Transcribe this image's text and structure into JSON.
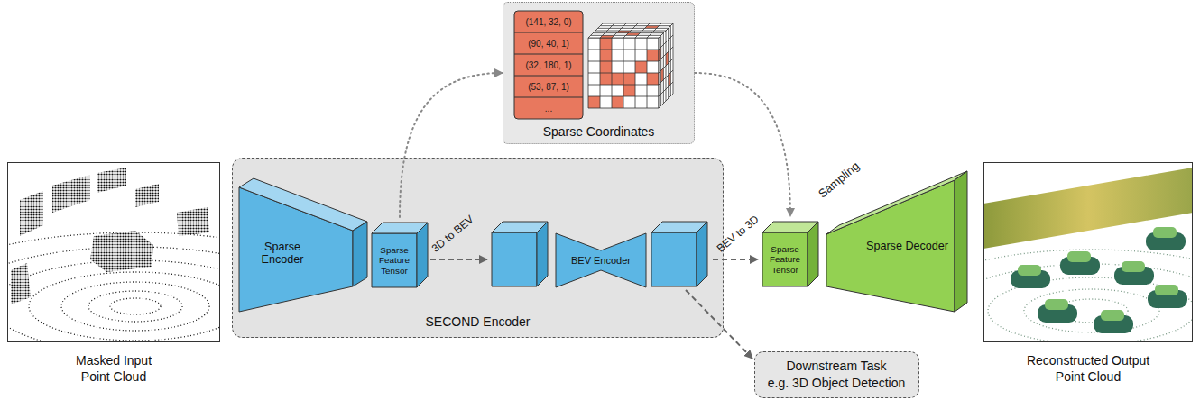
{
  "diagram": {
    "nodes": [
      {
        "text": [
          "Masked Input Point Cloud"
        ]
      },
      {
        "text": [
          "SECOND Encoder"
        ]
      },
      {
        "text": [
          "Sparse Encoder"
        ],
        "in": 1
      },
      {
        "text": [
          "Sparse Feature Tensor"
        ],
        "in": 1
      },
      {
        "text": [
          "BEV Encoder"
        ],
        "in": 1
      },
      {
        "text": [
          "Sparse Coordinates"
        ]
      },
      {
        "text": [
          "Sparse Feature Tensor"
        ]
      },
      {
        "text": [
          "Sparse Decoder"
        ]
      },
      {
        "text": [
          "Reconstructed Output Point Cloud"
        ]
      },
      {
        "text": [
          "Downstream Task",
          "e.g. 3D Object Detection"
        ]
      }
    ],
    "edges": [
      {
        "from": 3,
        "to": 5,
        "arrow": "to"
      },
      {
        "from": 5,
        "to": 6,
        "arrow": "to"
      }
    ],
    "labels": [
      "(141, 32, 0)",
      "(90, 40, 1)",
      "(32, 180, 1)",
      "(53, 87, 1)",
      "...",
      "3D to BEV",
      "BEV to 3D",
      "Sampling"
    ]
  }
}
